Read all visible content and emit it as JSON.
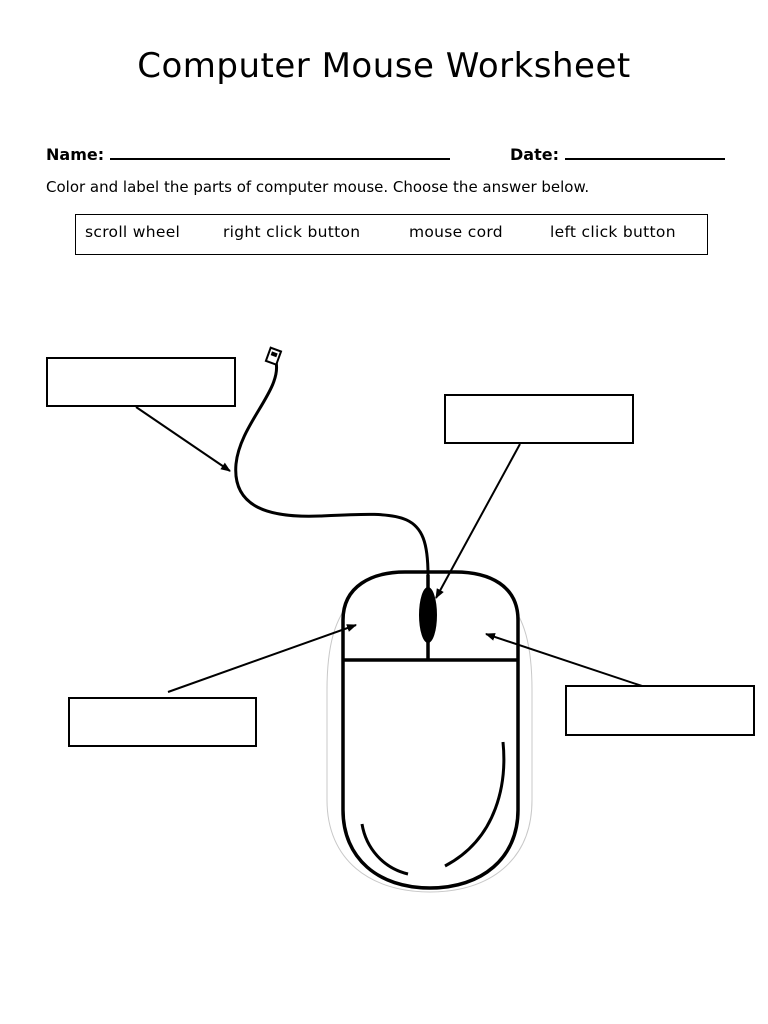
{
  "title": "Computer Mouse Worksheet",
  "name_label": "Name:",
  "date_label": "Date:",
  "instructions": "Color and label the parts of computer mouse. Choose the answer below.",
  "word_bank": [
    "scroll wheel",
    "right click button",
    "mouse cord",
    "left click button"
  ]
}
